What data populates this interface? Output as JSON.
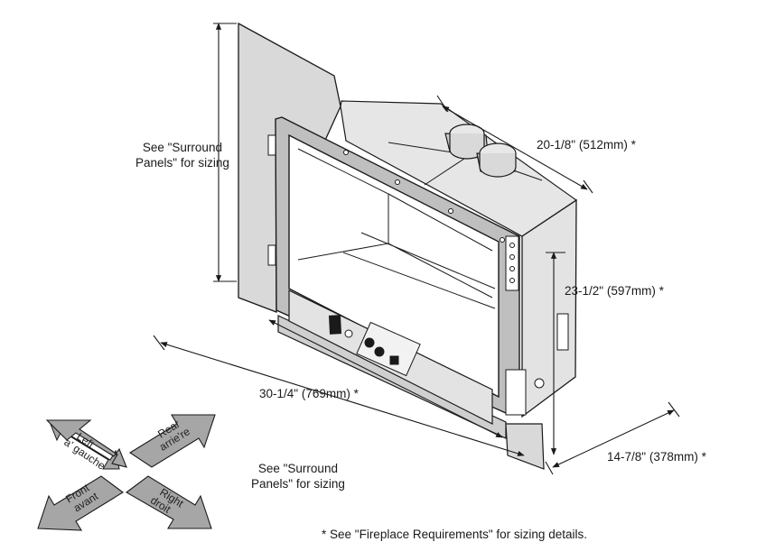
{
  "labels": {
    "surround_top": "See \"Surround\nPanels\" for sizing",
    "surround_bottom": "See \"Surround\nPanels\" for sizing",
    "depth_top": "20-1/8\" (512mm) *",
    "height": "23-1/2\" (597mm) *",
    "width": "30-1/4\" (769mm) *",
    "depth_right": "14-7/8\" (378mm) *",
    "footnote": "* See \"Fireplace Requirements\" for sizing details."
  },
  "direction_arrows": {
    "left": {
      "line1": "Left",
      "line2": "a' gauche"
    },
    "rear": {
      "line1": "Rear",
      "line2": "arrie're"
    },
    "front": {
      "line1": "Front",
      "line2": "avant"
    },
    "right": {
      "line1": "Right",
      "line2": "droit"
    }
  },
  "colors": {
    "panel_fill": "#d9d9d9",
    "arrow_fill": "#a6a6a6",
    "line": "#1a1a1a"
  }
}
